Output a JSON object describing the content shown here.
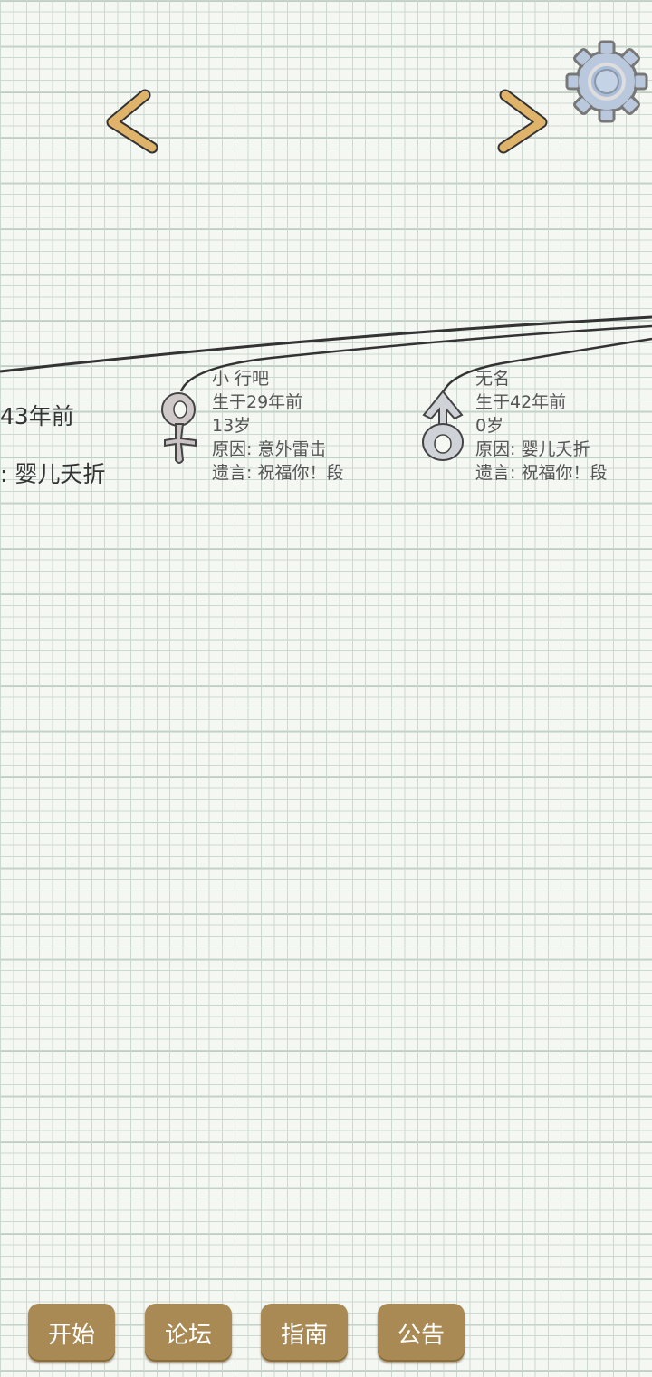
{
  "partial_node": {
    "born": "43年前",
    "cause": ": 婴儿夭折"
  },
  "nodes": [
    {
      "gender": "female",
      "name": "小 行吧",
      "born": "生于29年前",
      "age": "13岁",
      "cause": "原因: 意外雷击",
      "last_words": "遗言: 祝福你！段"
    },
    {
      "gender": "male",
      "name": "无名",
      "born": "生于42年前",
      "age": "0岁",
      "cause": "原因: 婴儿夭折",
      "last_words": "遗言: 祝福你！段"
    }
  ],
  "buttons": {
    "start": "开始",
    "forum": "论坛",
    "guide": "指南",
    "notice": "公告"
  },
  "colors": {
    "button": "#a98a55",
    "arrow": "#e0b36a"
  }
}
